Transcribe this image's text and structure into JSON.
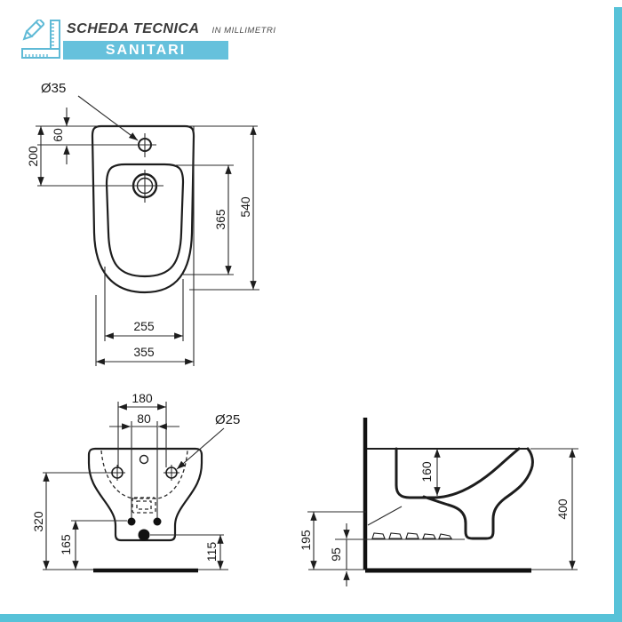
{
  "header": {
    "title": "SCHEDA TECNICA",
    "subtitle": "IN MILLIMETRI",
    "band_label": "SANITARI"
  },
  "colors": {
    "accent_band": "#66c1dc",
    "icon_blue": "#5fbad6",
    "border_teal": "#57c2d8",
    "line": "#1d1d1d"
  },
  "icons": [
    {
      "name": "pencil-ruler-icon",
      "meaning": "technical drawing tools"
    }
  ],
  "drawing": {
    "top_view": {
      "tap_hole_diameter": "Ø35",
      "tap_hole_offset": "60",
      "drain_offset": "200",
      "inner_length": "365",
      "overall_length": "540",
      "inner_width": "255",
      "overall_width": "355"
    },
    "front_view": {
      "fixing_hole_centers": "180",
      "inner_centers": "80",
      "fixing_hole_diameter": "Ø25",
      "fixing_hole_height": "320",
      "inlet_height": "165",
      "outlet_height": "115"
    },
    "side_view": {
      "bowl_depth": "160",
      "overall_height": "400",
      "underside_height": "195",
      "shelf_height": "95"
    }
  }
}
